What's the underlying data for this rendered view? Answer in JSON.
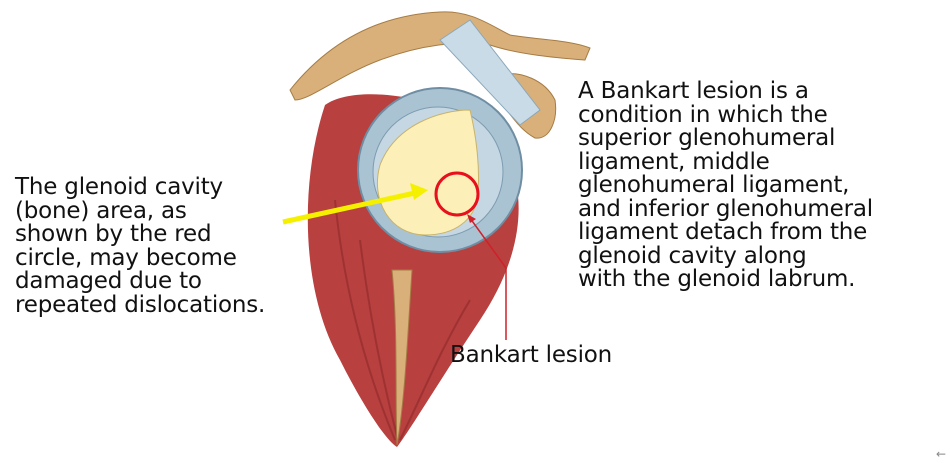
{
  "annotations": {
    "left": "The glenoid cavity\n(bone) area, as\nshown by the red\ncircle, may become\ndamaged due to\nrepeated dislocations.",
    "right": "A Bankart lesion is a\ncondition in which the\nsuperior glenohumeral\nligament, middle\nglenohumeral ligament,\nand inferior glenohumeral\nligament detach from the\nglenoid cavity along\nwith the glenoid labrum.",
    "label": "Bankart lesion"
  },
  "colors": {
    "arrow": "#f5f000",
    "circle": "#e8101c",
    "pointer": "#d0202a",
    "muscle": "#b8403f",
    "bone": "#d9b07a",
    "cartilage": "#a9c3d3"
  },
  "corner_icon": "arrow-left-icon",
  "corner_glyph": "←"
}
